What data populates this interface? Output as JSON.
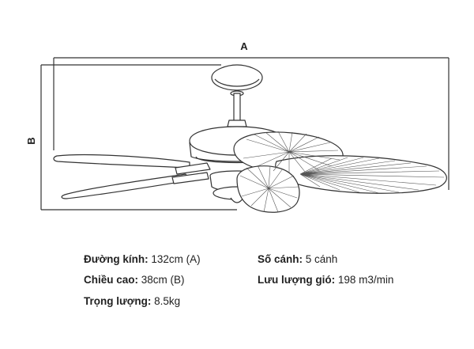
{
  "diagram": {
    "dimension_a": "A",
    "dimension_b": "B"
  },
  "specs": {
    "diameter": {
      "label": "Đường kính:",
      "value": "132cm (A)"
    },
    "height": {
      "label": "Chiều cao:",
      "value": "38cm (B)"
    },
    "weight": {
      "label": "Trọng lượng:",
      "value": "8.5kg"
    },
    "blades": {
      "label": "Số cánh:",
      "value": "5 cánh"
    },
    "airflow": {
      "label": "Lưu lượng gió:",
      "value": "198 m3/min"
    }
  }
}
